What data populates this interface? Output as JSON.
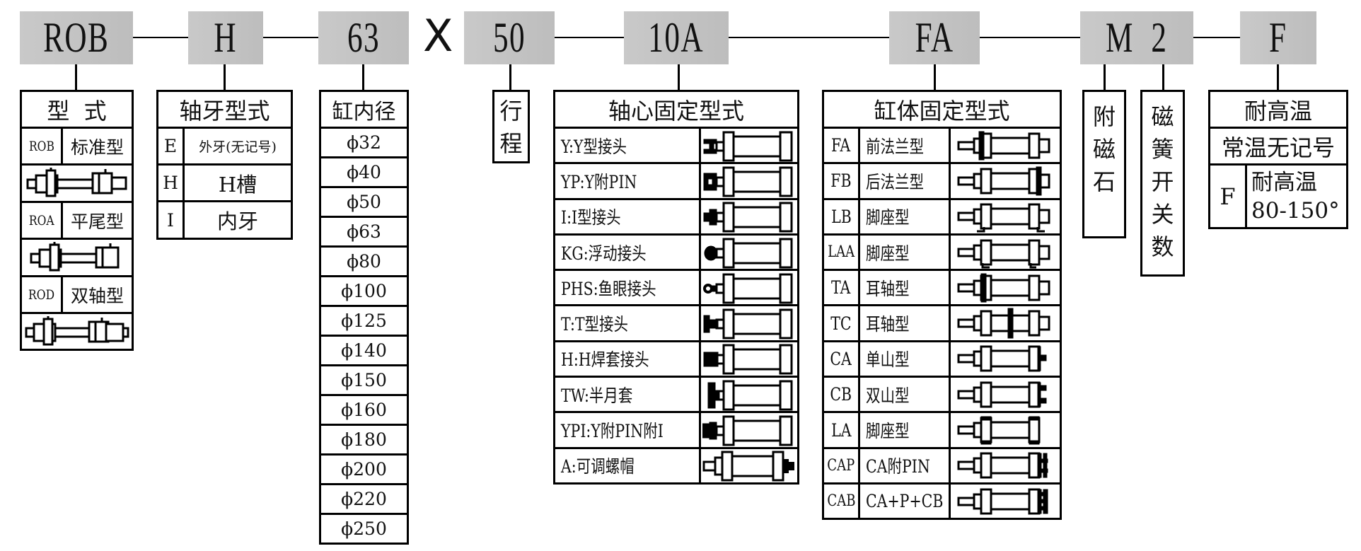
{
  "model_code": {
    "segments": [
      "ROB",
      "H",
      "63",
      "50",
      "10A",
      "FA",
      "M  2",
      "F"
    ],
    "separator": "X"
  },
  "type_table": {
    "title": "型  式",
    "rows": [
      {
        "code": "ROB",
        "name": "标准型",
        "icon": "double-rod-cylinder-standard-icon"
      },
      {
        "code": "ROA",
        "name": "平尾型",
        "icon": "flat-tail-cylinder-icon"
      },
      {
        "code": "ROD",
        "name": "双轴型",
        "icon": "double-shaft-cylinder-icon"
      }
    ]
  },
  "thread_table": {
    "title": "轴牙型式",
    "rows": [
      {
        "code": "E",
        "name": "外牙(无记号)"
      },
      {
        "code": "H",
        "name": "H槽"
      },
      {
        "code": "I",
        "name": "内牙"
      }
    ]
  },
  "bore_table": {
    "title": "缸内径",
    "values": [
      "ϕ32",
      "ϕ40",
      "ϕ50",
      "ϕ63",
      "ϕ80",
      "ϕ100",
      "ϕ125",
      "ϕ140",
      "ϕ150",
      "ϕ160",
      "ϕ180",
      "ϕ200",
      "ϕ220",
      "ϕ250"
    ]
  },
  "stroke_box": {
    "label": [
      "行",
      "程"
    ]
  },
  "rod_mount_table": {
    "title": "轴心固定型式",
    "rows": [
      {
        "label": "Y:Y型接头",
        "icon": "y-joint-icon"
      },
      {
        "label": "YP:Y附PIN",
        "icon": "y-joint-pin-icon"
      },
      {
        "label": "I:I型接头",
        "icon": "i-joint-icon"
      },
      {
        "label": "KG:浮动接头",
        "icon": "floating-joint-icon"
      },
      {
        "label": "PHS:鱼眼接头",
        "icon": "rod-eye-joint-icon"
      },
      {
        "label": "T:T型接头",
        "icon": "t-joint-icon"
      },
      {
        "label": "H:H焊套接头",
        "icon": "weld-sleeve-joint-icon"
      },
      {
        "label": "TW:半月套",
        "icon": "half-moon-sleeve-icon"
      },
      {
        "label": "YPI:Y附PIN附I",
        "icon": "y-pin-i-joint-icon"
      },
      {
        "label": "A:可调螺帽",
        "icon": "adjustable-nut-icon"
      }
    ]
  },
  "body_mount_table": {
    "title": "缸体固定型式",
    "rows": [
      {
        "code": "FA",
        "name": "前法兰型",
        "icon": "front-flange-icon"
      },
      {
        "code": "FB",
        "name": "后法兰型",
        "icon": "rear-flange-icon"
      },
      {
        "code": "LB",
        "name": "脚座型",
        "icon": "foot-mount-lb-icon"
      },
      {
        "code": "LAA",
        "name": "脚座型",
        "icon": "foot-mount-laa-icon"
      },
      {
        "code": "TA",
        "name": "耳轴型",
        "icon": "front-trunnion-icon"
      },
      {
        "code": "TC",
        "name": "耳轴型",
        "icon": "center-trunnion-icon"
      },
      {
        "code": "CA",
        "name": "单山型",
        "icon": "single-clevis-icon"
      },
      {
        "code": "CB",
        "name": "双山型",
        "icon": "double-clevis-icon"
      },
      {
        "code": "LA",
        "name": "脚座型",
        "icon": "foot-mount-la-icon"
      },
      {
        "code": "CAP",
        "name": "CA附PIN",
        "icon": "clevis-pin-icon"
      },
      {
        "code": "CAB",
        "name": "CA+P+CB",
        "icon": "clevis-pin-bracket-icon"
      }
    ]
  },
  "magnet_box": {
    "label": [
      "附",
      "磁",
      "石"
    ]
  },
  "switch_box": {
    "label": [
      "磁",
      "簧",
      "开",
      "关",
      "数"
    ]
  },
  "temp_table": {
    "title": "耐高温",
    "normal": "常温无记号",
    "code": "F",
    "name": "耐高温",
    "range": "80-150°"
  }
}
